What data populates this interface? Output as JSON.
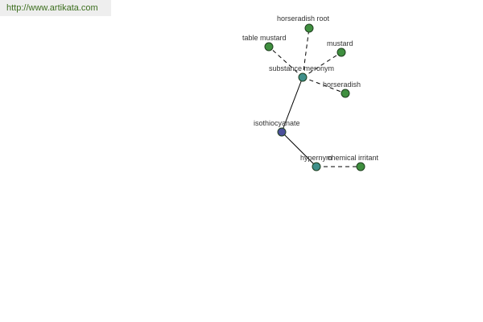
{
  "site": {
    "url_text": "http://www.artikata.com"
  },
  "colors": {
    "leaf_node": "#3f8f3f",
    "relation_node": "#3f8f8a",
    "center_node": "#4b4f9a",
    "edge": "#000000",
    "banner_bg": "#eeeeee",
    "link": "#3c6e1e"
  },
  "graph": {
    "nodes": [
      {
        "id": "isothiocyanate",
        "label": "isothiocyanate",
        "kind": "center"
      },
      {
        "id": "substance-meronym",
        "label": "substance meronym",
        "kind": "relation"
      },
      {
        "id": "hypernym",
        "label": "hypernym",
        "kind": "relation"
      },
      {
        "id": "horseradish-root",
        "label": "horseradish root",
        "kind": "leaf"
      },
      {
        "id": "table-mustard",
        "label": "table mustard",
        "kind": "leaf"
      },
      {
        "id": "mustard",
        "label": "mustard",
        "kind": "leaf"
      },
      {
        "id": "horseradish",
        "label": "horseradish",
        "kind": "leaf"
      },
      {
        "id": "chemical-irritant",
        "label": "chemical irritant",
        "kind": "leaf"
      }
    ],
    "edges": [
      {
        "from": "isothiocyanate",
        "to": "substance-meronym",
        "style": "solid"
      },
      {
        "from": "isothiocyanate",
        "to": "hypernym",
        "style": "solid"
      },
      {
        "from": "substance-meronym",
        "to": "horseradish-root",
        "style": "dashed"
      },
      {
        "from": "substance-meronym",
        "to": "table-mustard",
        "style": "dashed"
      },
      {
        "from": "substance-meronym",
        "to": "mustard",
        "style": "dashed"
      },
      {
        "from": "substance-meronym",
        "to": "horseradish",
        "style": "dashed"
      },
      {
        "from": "hypernym",
        "to": "chemical-irritant",
        "style": "dashed"
      }
    ]
  }
}
